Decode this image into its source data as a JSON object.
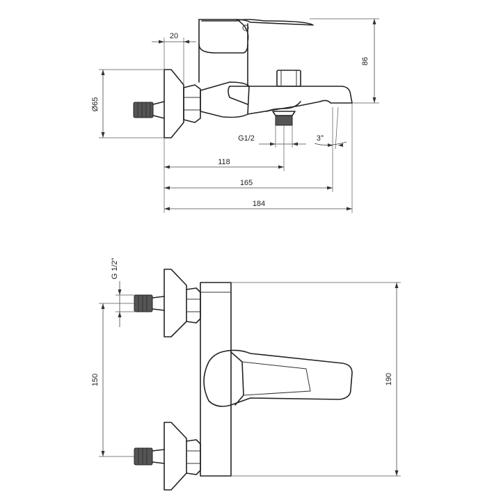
{
  "dimensions": {
    "top": {
      "spacing": "20",
      "height": "86",
      "diameter": "Ø65",
      "thread": "G1/2",
      "angle": "3°",
      "len_118": "118",
      "len_165": "165",
      "len_184": "184"
    },
    "bottom": {
      "thread": "G 1/2\"",
      "spacing": "150",
      "height": "190"
    }
  }
}
